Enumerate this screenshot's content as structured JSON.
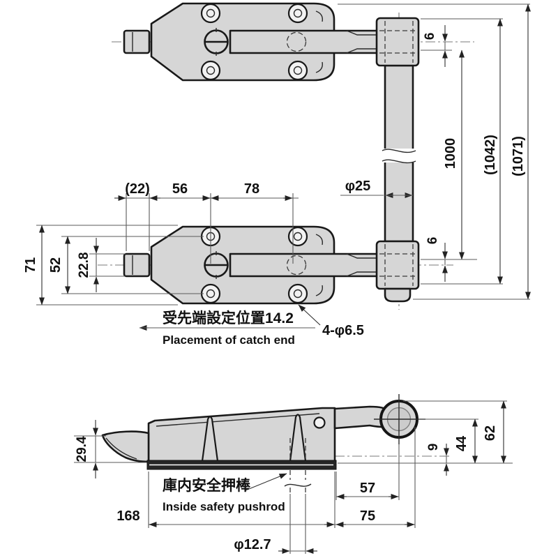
{
  "drawing": {
    "upper": {
      "dim_offset_top": "6",
      "dim_rod_length": "1000",
      "dim_ref_1042": "(1042)",
      "dim_ref_1071": "(1071)",
      "dim_rod_dia": "φ25",
      "dim_offset_bottom": "6"
    },
    "latch": {
      "dim_tip": "(22)",
      "dim_tip_to_hole": "56",
      "dim_hole_pitch": "78",
      "dim_body_height": "71",
      "dim_hole_pitch_v": "52",
      "dim_bolt_width": "22.8",
      "note_catch_jp": "受先端設定位置14.2",
      "note_catch_en": "Placement of catch end",
      "dim_holes": "4-φ6.5"
    },
    "side": {
      "dim_wedge_height": "29.4",
      "note_pushrod_jp": "庫内安全押棒",
      "note_pushrod_en": "Inside safety pushrod",
      "dim_body_length": "168",
      "dim_knob_center": "57",
      "dim_knob_end": "75",
      "dim_pushrod_dia": "φ12.7",
      "dim_rod_bottom_offset": "9",
      "dim_knob_center_height": "44",
      "dim_knob_top_height": "62"
    }
  }
}
